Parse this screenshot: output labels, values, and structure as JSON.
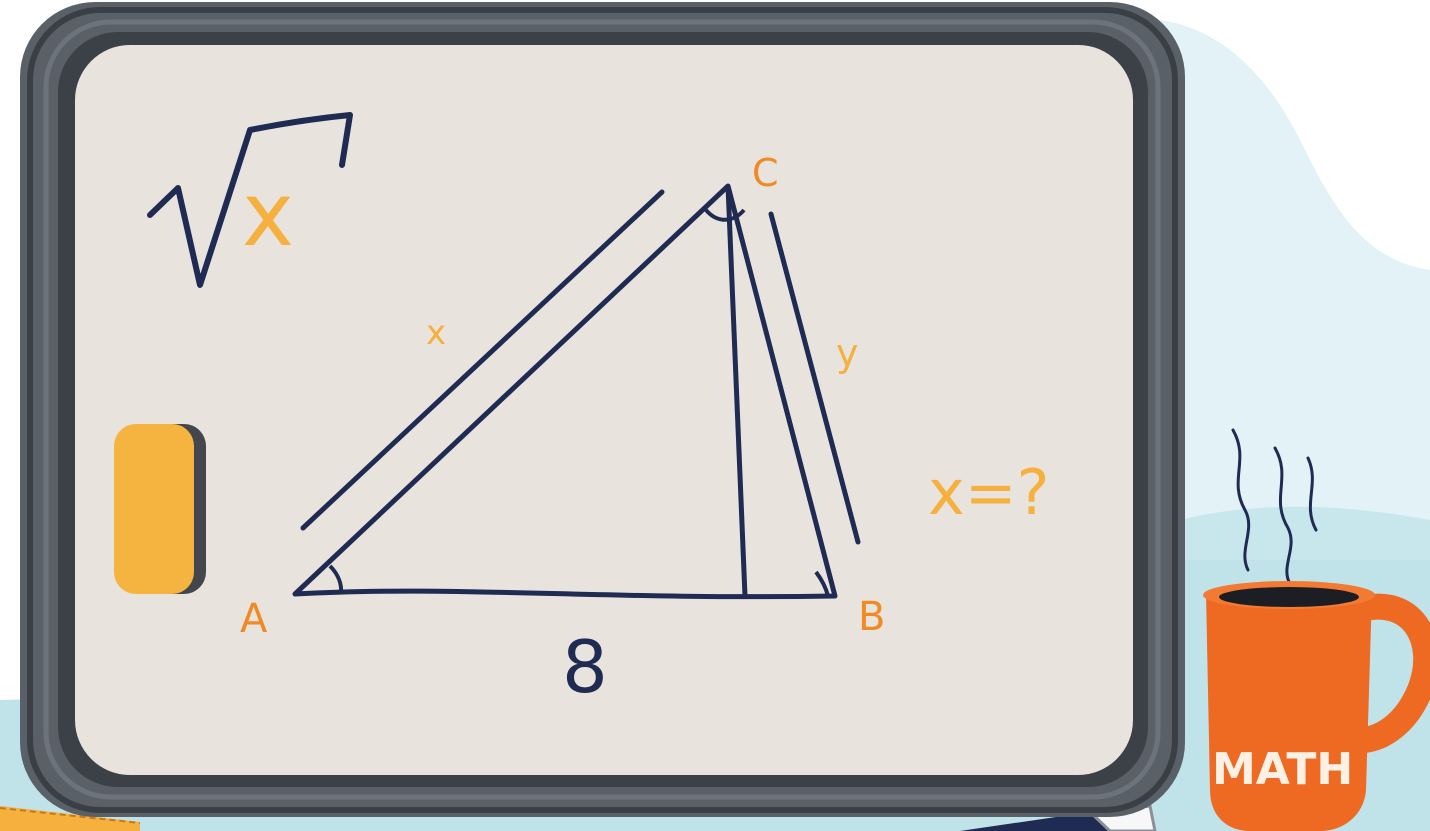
{
  "board": {
    "formula_symbol": "x",
    "vertex_a": "A",
    "vertex_b": "B",
    "vertex_c": "C",
    "side_x_label": "x",
    "side_y_label": "y",
    "base_length": "8",
    "question": "x=?"
  },
  "mug": {
    "label": "MATH"
  },
  "colors": {
    "board_frame": "#4a5058",
    "board_surface": "#e9e3dd",
    "ink_navy": "#1f2b52",
    "ink_orange": "#f08a24",
    "ink_yellow": "#f5b03e",
    "eraser": "#f5b33f",
    "mug": "#ee6a22",
    "desk": "#bde3e8"
  }
}
